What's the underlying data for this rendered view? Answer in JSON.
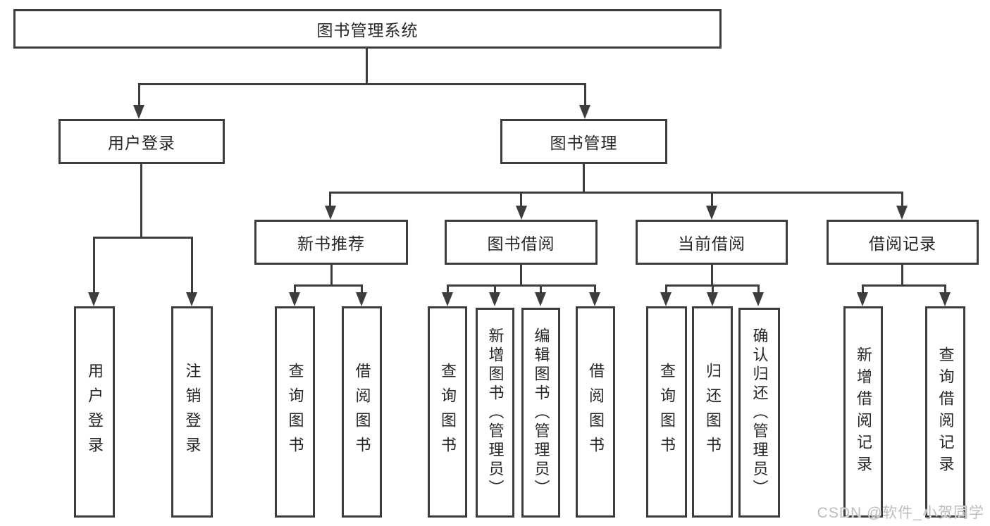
{
  "diagram": {
    "root": {
      "label": "图书管理系统"
    },
    "level1": {
      "user_login": {
        "label": "用户登录"
      },
      "book_mgmt": {
        "label": "图书管理"
      }
    },
    "level2": {
      "new_books": {
        "label": "新书推荐"
      },
      "book_borrow": {
        "label": "图书借阅"
      },
      "current_borrow": {
        "label": "当前借阅"
      },
      "borrow_records": {
        "label": "借阅记录"
      }
    },
    "leaves": {
      "user_login": [
        "用户登录",
        "注销登录"
      ],
      "new_books": [
        "查询图书",
        "借阅图书"
      ],
      "book_borrow": [
        "查询图书",
        "新增图书（管理员）",
        "编辑图书（管理员）",
        "借阅图书"
      ],
      "current_borrow": [
        "查询图书",
        "归还图书",
        "确认归还（管理员）"
      ],
      "borrow_records": [
        "新增借阅记录",
        "查询借阅记录"
      ]
    }
  },
  "watermark": {
    "text": "CSDN @软件_小贺同学"
  },
  "colors": {
    "line": "#3d3d3d",
    "box_background": "#ffffff",
    "label_text": "#262626",
    "watermark_text": "#bdbdbd"
  }
}
